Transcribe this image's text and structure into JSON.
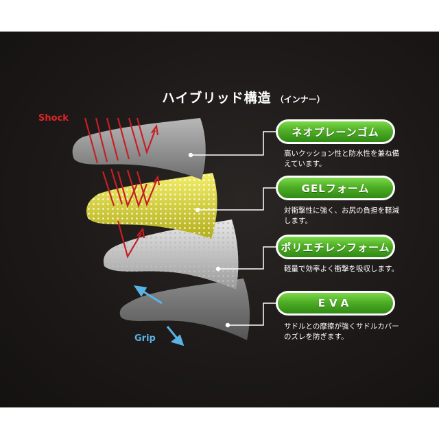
{
  "title": {
    "main": "ハイブリッド構造",
    "sub": "（インナー）"
  },
  "labels": {
    "shock": "Shock",
    "grip": "Grip"
  },
  "layers": [
    {
      "name": "ネオプレーンゴム",
      "description": "高いクッション性と防水性を兼ね備えています。"
    },
    {
      "name": "GELフォーム",
      "description": "対衝撃性に強く、お尻の負担を軽減します。"
    },
    {
      "name": "ポリエチレンフォーム",
      "description": "軽量で効率よく衝撃を吸収します。"
    },
    {
      "name": "EVA",
      "description": "サドルとの摩擦が強くサドルカバーのズレを防ぎます。"
    }
  ],
  "colors": {
    "shock": "#c81e24",
    "grip": "#5ab3e6",
    "pill": "#4fae25",
    "gel": "#e4e04a"
  }
}
